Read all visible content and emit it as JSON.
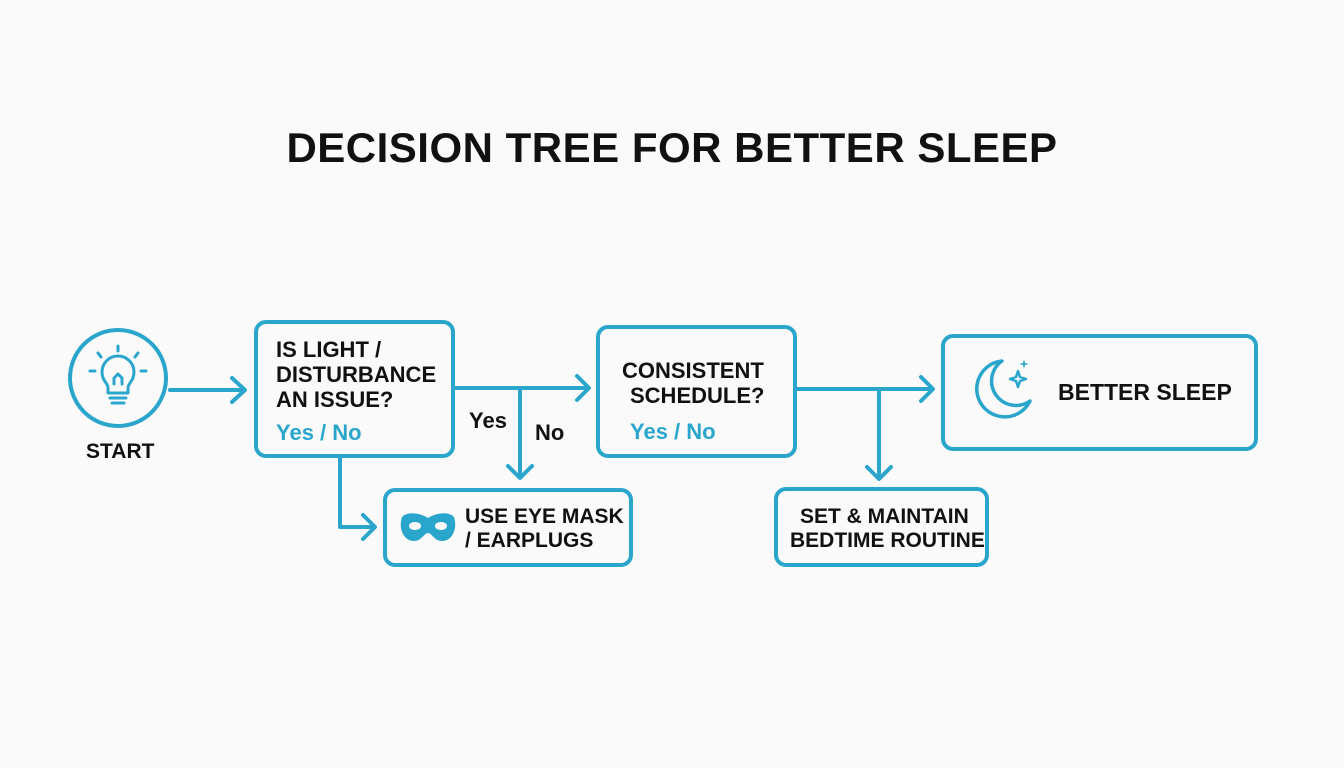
{
  "title": "DECISION TREE FOR BETTER SLEEP",
  "colors": {
    "accent": "#2aa6cc",
    "text": "#111111",
    "background": "#fafafa"
  },
  "nodes": {
    "start": {
      "label": "START",
      "icon": "lightbulb-icon"
    },
    "light_question": {
      "line1": "IS LIGHT /",
      "line2": "DISTURBANCE",
      "line3": "AN ISSUE?",
      "options": "Yes / No"
    },
    "eye_mask": {
      "line1": "USE EYE MASK",
      "line2": "/ EARPLUGS",
      "icon": "eye-mask-icon"
    },
    "schedule_question": {
      "line1": "CONSISTENT",
      "line2": "SCHEDULE?",
      "options": "Yes / No"
    },
    "routine": {
      "line1": "SET & MAINTAIN",
      "line2": "BEDTIME ROUTINE"
    },
    "better_sleep": {
      "label": "BETTER SLEEP",
      "icon": "moon-stars-icon"
    }
  },
  "edge_labels": {
    "yes": "Yes",
    "no": "No"
  }
}
